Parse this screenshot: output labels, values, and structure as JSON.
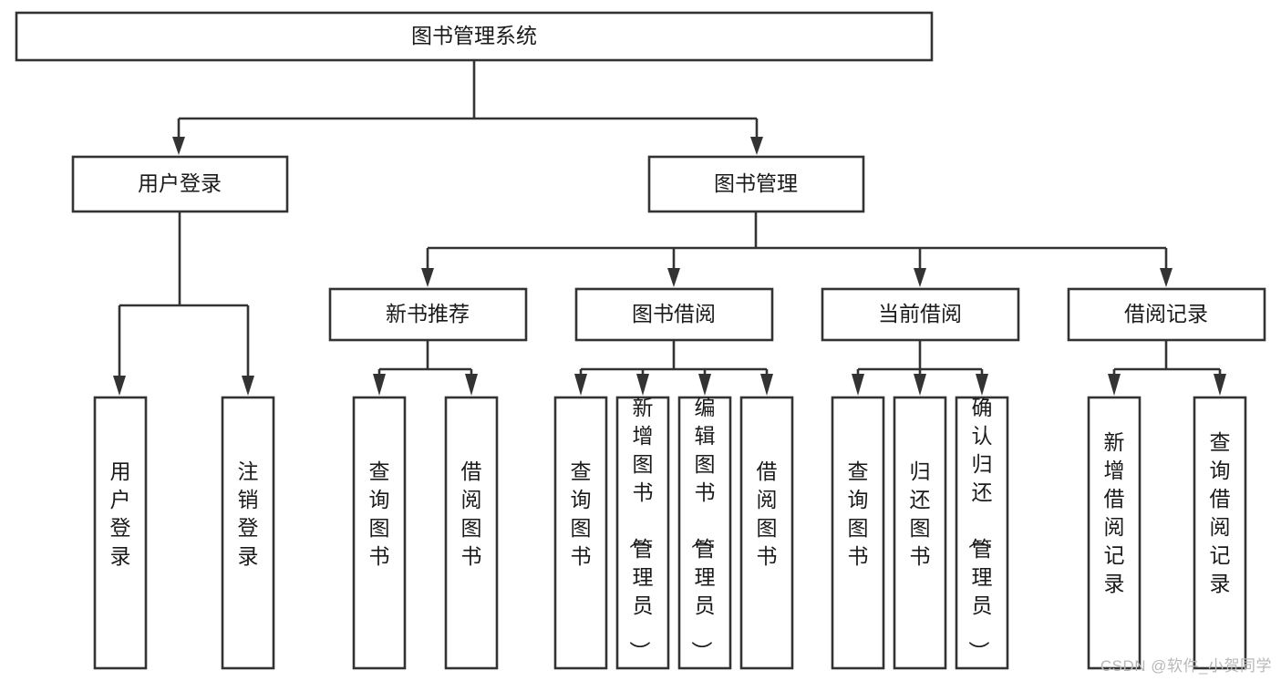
{
  "diagram": {
    "title": "图书管理系统",
    "type": "tree",
    "watermark": "CSDN @软件_小贺同学",
    "colors": {
      "stroke": "#333333",
      "fill": "#ffffff",
      "text": "#1a1a1a",
      "watermark": "#b8b8b8"
    },
    "root": {
      "label": "图书管理系统",
      "orientation": "horizontal"
    },
    "level2": [
      {
        "label": "用户登录",
        "orientation": "horizontal"
      },
      {
        "label": "图书管理",
        "orientation": "horizontal"
      }
    ],
    "level3": [
      {
        "label": "新书推荐",
        "orientation": "horizontal"
      },
      {
        "label": "图书借阅",
        "orientation": "horizontal"
      },
      {
        "label": "当前借阅",
        "orientation": "horizontal"
      },
      {
        "label": "借阅记录",
        "orientation": "horizontal"
      }
    ],
    "leaves": {
      "user_login": [
        {
          "label": "用户登录",
          "orientation": "vertical"
        },
        {
          "label": "注销登录",
          "orientation": "vertical"
        }
      ],
      "new_book_recommend": [
        {
          "label": "查询图书",
          "orientation": "vertical"
        },
        {
          "label": "借阅图书",
          "orientation": "vertical"
        }
      ],
      "book_borrow": [
        {
          "label": "查询图书",
          "orientation": "vertical"
        },
        {
          "label": "新增图书（管理员）",
          "orientation": "vertical"
        },
        {
          "label": "编辑图书（管理员）",
          "orientation": "vertical"
        },
        {
          "label": "借阅图书",
          "orientation": "vertical"
        }
      ],
      "current_borrow": [
        {
          "label": "查询图书",
          "orientation": "vertical"
        },
        {
          "label": "归还图书",
          "orientation": "vertical"
        },
        {
          "label": "确认归还（管理员）",
          "orientation": "vertical"
        }
      ],
      "borrow_record": [
        {
          "label": "新增借阅记录",
          "orientation": "vertical"
        },
        {
          "label": "查询借阅记录",
          "orientation": "vertical"
        }
      ]
    }
  }
}
